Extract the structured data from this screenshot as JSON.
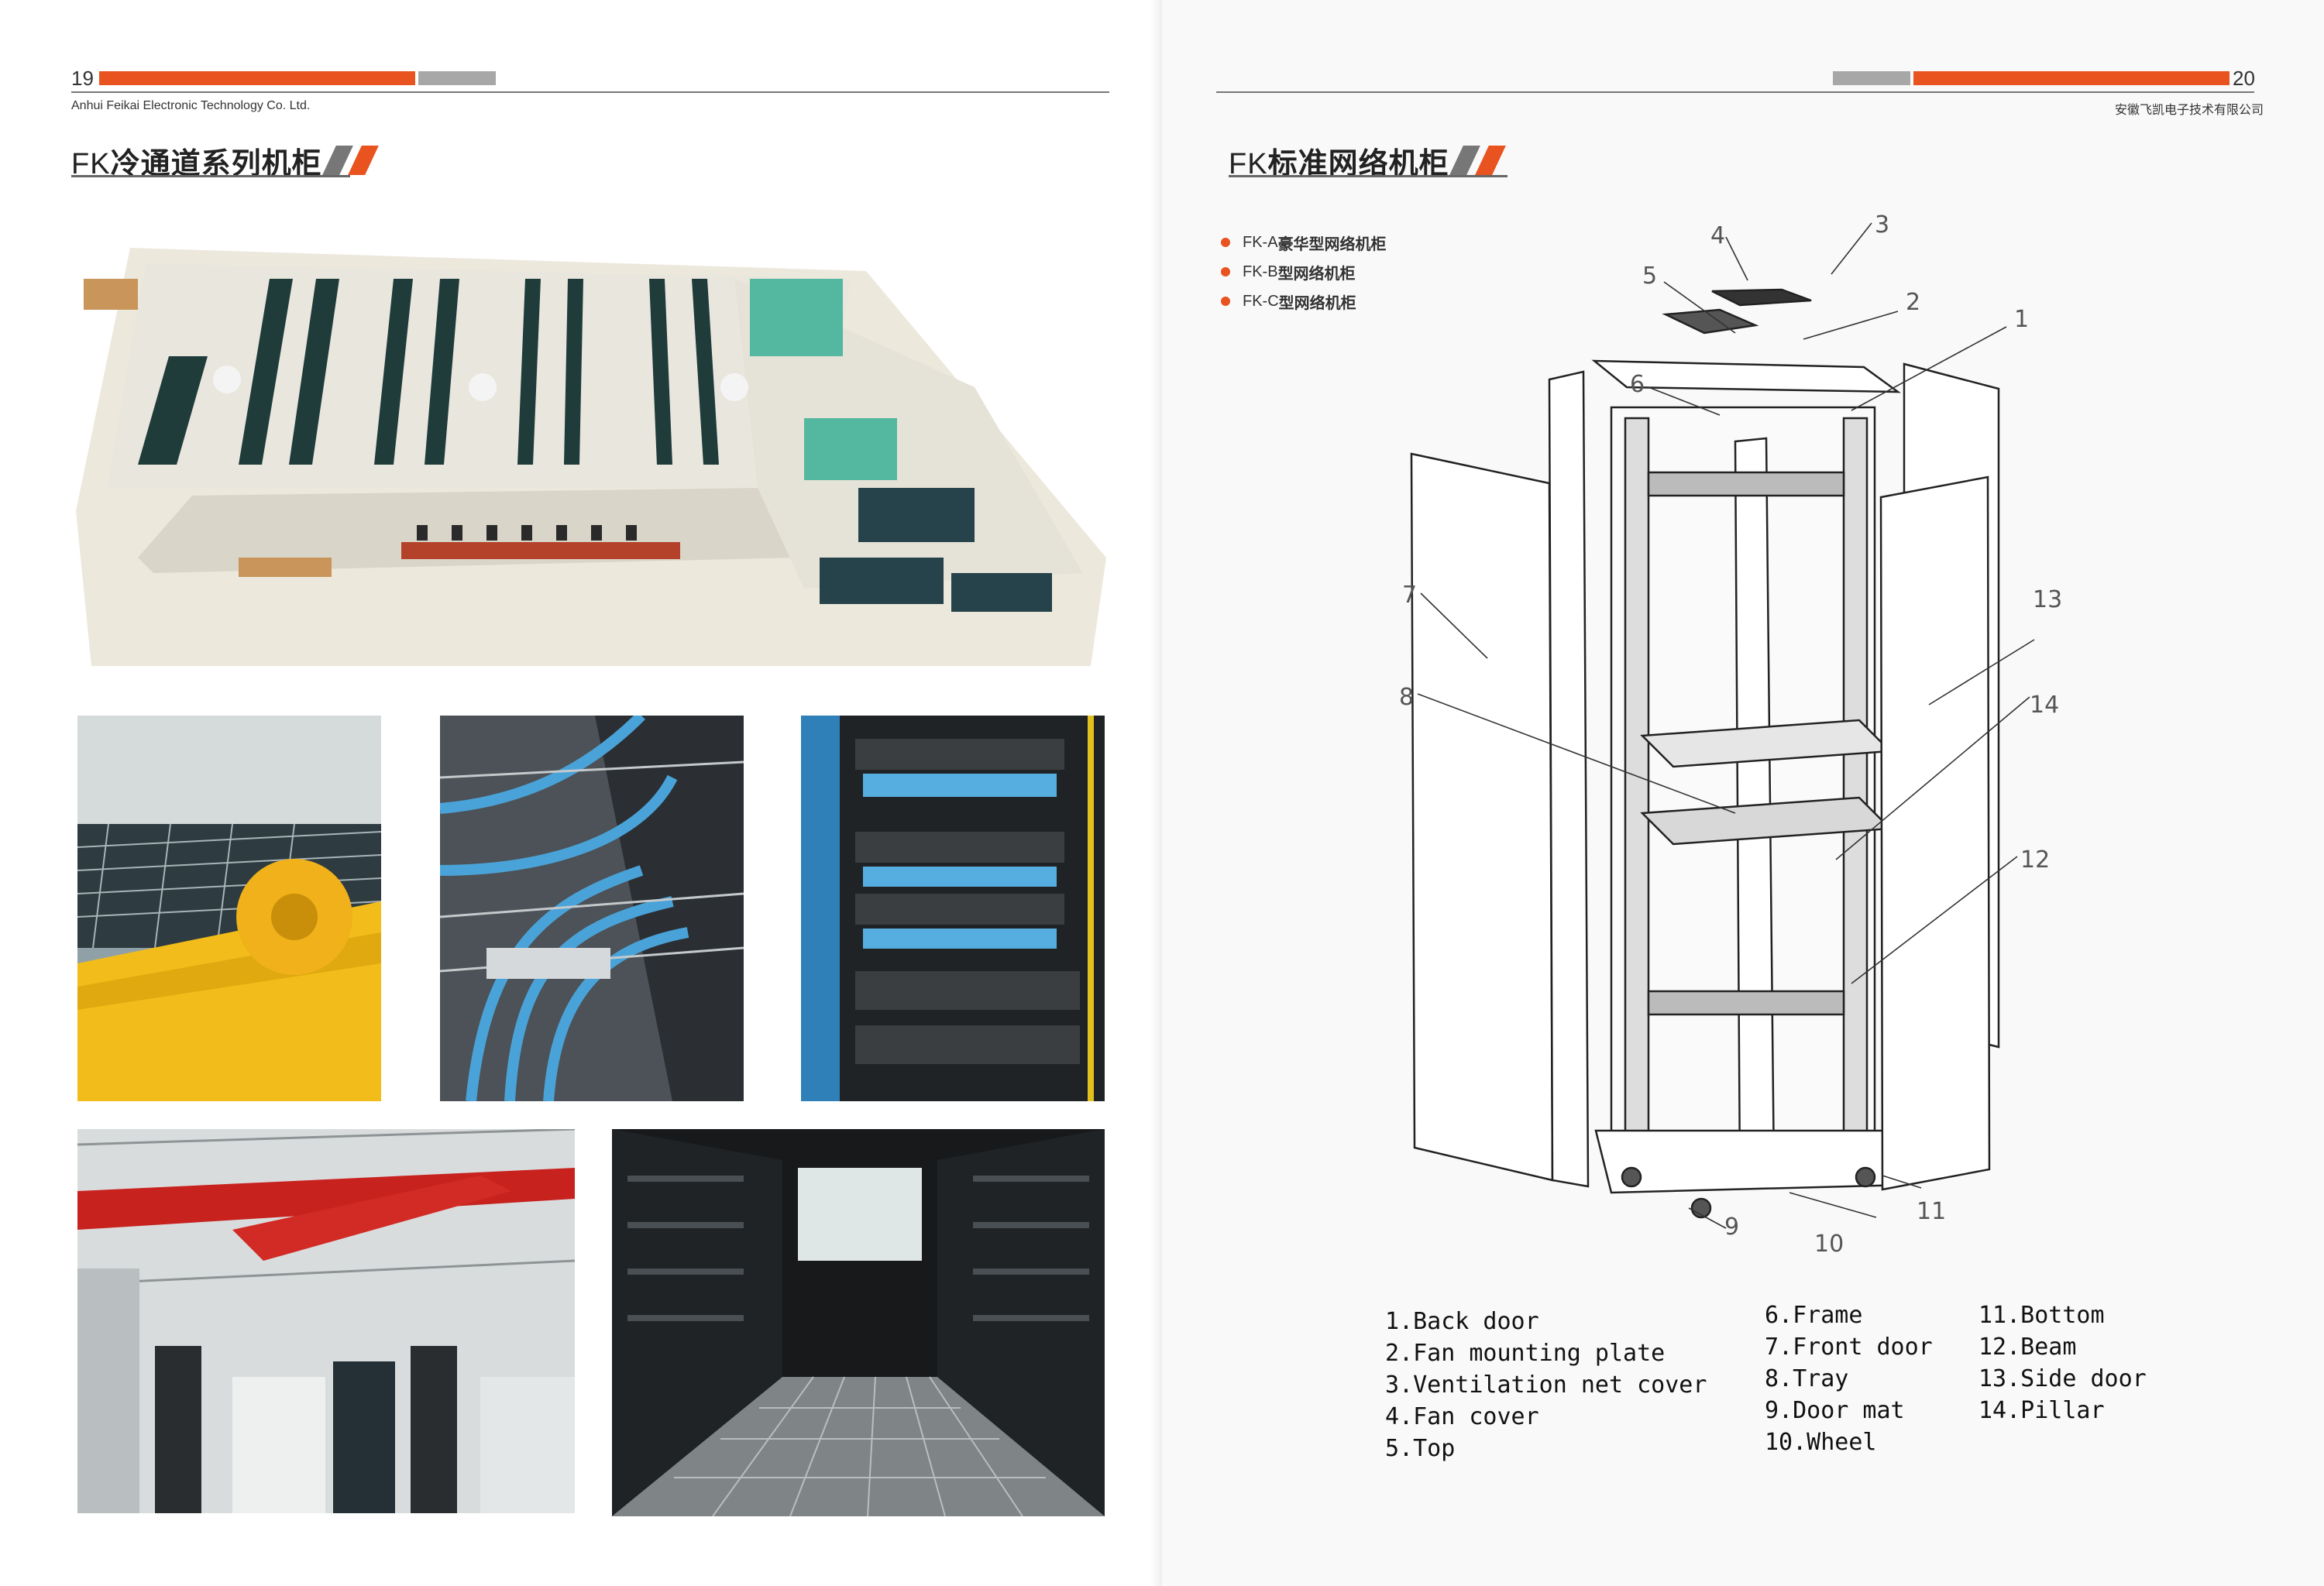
{
  "left_page": {
    "page_number": "19",
    "company": "Anhui Feikai Electronic Technology Co. Ltd.",
    "section_prefix": "FK",
    "section_title": "冷通道系列机柜",
    "photos": [
      {
        "name": "data-center-floorplan-render"
      },
      {
        "name": "yellow-cable-tray-photo"
      },
      {
        "name": "blue-cable-bundle-photo"
      },
      {
        "name": "rack-patch-panel-photo"
      },
      {
        "name": "red-cable-ladder-photo"
      },
      {
        "name": "cold-aisle-corridor-photo"
      }
    ]
  },
  "right_page": {
    "page_number": "20",
    "company": "安徽飞凯电子技术有限公司",
    "section_prefix": "FK",
    "section_title": "标准网络机柜",
    "models": [
      {
        "prefix": "FK-A",
        "label": "豪华型网络机柜"
      },
      {
        "prefix": "FK-B",
        "label": "型网络机柜"
      },
      {
        "prefix": "FK-C",
        "label": "型网络机柜"
      }
    ],
    "callouts": [
      "1",
      "2",
      "3",
      "4",
      "5",
      "6",
      "7",
      "8",
      "9",
      "10",
      "11",
      "12",
      "13",
      "14"
    ],
    "parts_col1": [
      "1.Back door",
      "2.Fan mounting plate",
      "3.Ventilation net cover",
      "4.Fan cover",
      "5.Top"
    ],
    "parts_col2": [
      "6.Frame",
      "7.Front door",
      "8.Tray",
      "9.Door mat",
      "10.Wheel"
    ],
    "parts_col3": [
      "11.Bottom",
      "12.Beam",
      "13.Side door",
      "14.Pillar"
    ]
  },
  "colors": {
    "accent": "#e8531f",
    "bar_gray": "#a7a7a7",
    "rule": "#777777"
  }
}
